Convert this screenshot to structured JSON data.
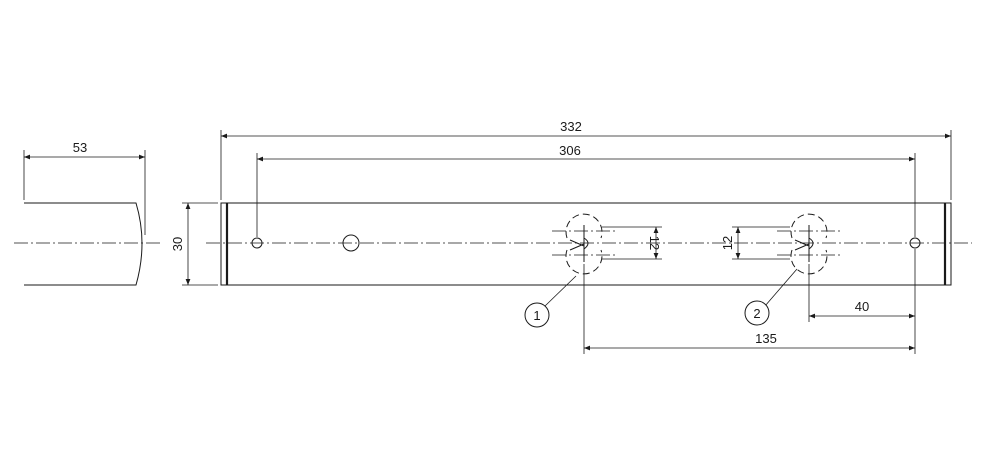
{
  "drawing": {
    "dimensions": {
      "side_width": "53",
      "overall_length": "332",
      "hole_span": "306",
      "height": "30",
      "slot_width_1": "12",
      "slot_width_2": "12",
      "edge_offset": "40",
      "slot_offset": "135"
    },
    "balloons": {
      "item_1": "1",
      "item_2": "2"
    }
  }
}
